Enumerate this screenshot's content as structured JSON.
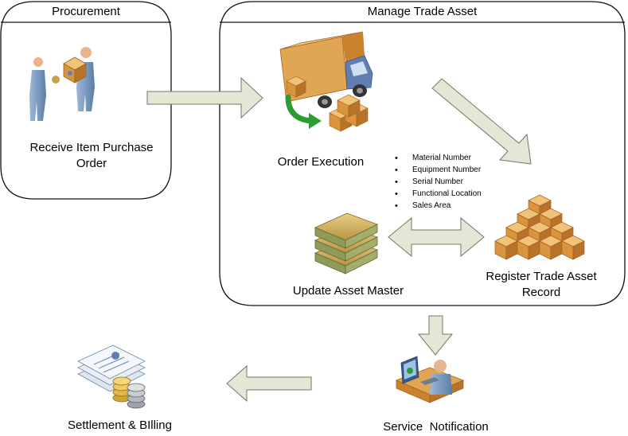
{
  "panels": {
    "procurement": {
      "title": "Procurement"
    },
    "manage_trade_asset": {
      "title": "Manage Trade Asset"
    }
  },
  "nodes": {
    "receive_po": {
      "label_line1": "Receive Item Purchase",
      "label_line2": "Order",
      "icon": "people-exchange-package-icon"
    },
    "order_execution": {
      "label": "Order Execution",
      "icon": "delivery-truck-icon"
    },
    "update_asset_master": {
      "label": "Update Asset Master",
      "icon": "books-stack-icon"
    },
    "register_trade_asset": {
      "label_line1": "Register Trade Asset",
      "label_line2": "Record",
      "icon": "boxes-pyramid-icon"
    },
    "service_notification": {
      "label": "Service  Notification",
      "icon": "person-at-computer-icon"
    },
    "settlement_billing": {
      "label": "Settlement & BIlling",
      "icon": "documents-coins-icon"
    }
  },
  "fields": [
    "Material Number",
    "Equipment Number",
    "Serial Number",
    "Functional Location",
    "Sales Area"
  ],
  "colors": {
    "arrow_fill": "#e3e8d6",
    "arrow_stroke": "#6f7866",
    "panel_stroke": "#111111",
    "box": "#d9953e",
    "box_dark": "#a5611f",
    "truck_body": "#e0a653",
    "truck_cab": "#5f7fb3",
    "green": "#2f9b34"
  }
}
